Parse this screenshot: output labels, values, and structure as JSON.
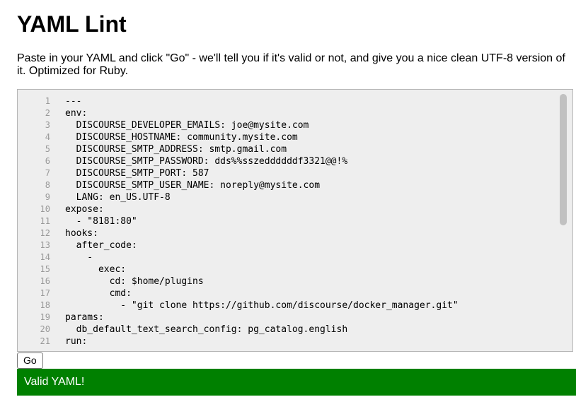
{
  "header": {
    "title": "YAML Lint",
    "description": "Paste in your YAML and click \"Go\" - we'll tell you if it's valid or not, and give you a nice clean UTF-8 version of it. Optimized for Ruby."
  },
  "editor": {
    "lines": [
      "---",
      "env:",
      "  DISCOURSE_DEVELOPER_EMAILS: joe@mysite.com",
      "  DISCOURSE_HOSTNAME: community.mysite.com",
      "  DISCOURSE_SMTP_ADDRESS: smtp.gmail.com",
      "  DISCOURSE_SMTP_PASSWORD: dds%%sszeddddddf3321@@!%",
      "  DISCOURSE_SMTP_PORT: 587",
      "  DISCOURSE_SMTP_USER_NAME: noreply@mysite.com",
      "  LANG: en_US.UTF-8",
      "expose:",
      "  - \"8181:80\"",
      "hooks:",
      "  after_code:",
      "    -",
      "      exec:",
      "        cd: $home/plugins",
      "        cmd:",
      "          - \"git clone https://github.com/discourse/docker_manager.git\"",
      "params:",
      "  db_default_text_search_config: pg_catalog.english",
      "run:"
    ]
  },
  "actions": {
    "go_label": "Go"
  },
  "result": {
    "message": "Valid YAML!",
    "color": "#008000"
  }
}
